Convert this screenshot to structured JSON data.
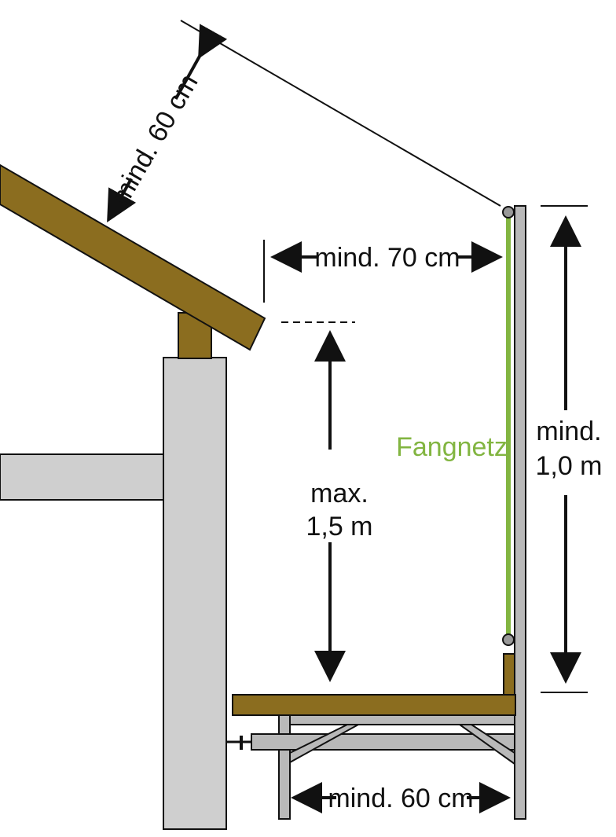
{
  "colors": {
    "wood": "#8b6d1f",
    "concrete": "#cfcfcf",
    "scaffold": "#b9b9b9",
    "net": "#82b541",
    "line": "#111111"
  },
  "labels": {
    "roof_clearance": "mind. 60 cm",
    "horizontal_gap": "mind. 70 cm",
    "height_max_line1": "max.",
    "height_max_line2": "1,5 m",
    "net": "Fangnetz",
    "guard_height_line1": "mind.",
    "guard_height_line2": "1,0 m",
    "platform_width": "mind. 60 cm"
  }
}
